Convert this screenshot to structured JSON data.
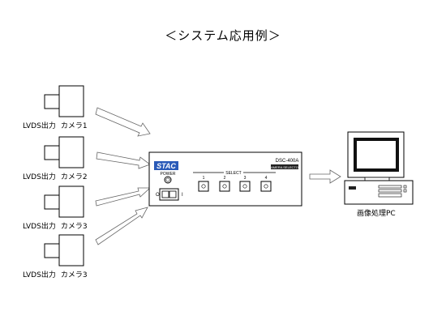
{
  "title": "＜システム応用例＞",
  "cameras": [
    {
      "output": "LVDS出力",
      "name": "カメラ1"
    },
    {
      "output": "LVDS出力",
      "name": "カメラ2"
    },
    {
      "output": "LVDS出力",
      "name": "カメラ3"
    },
    {
      "output": "LVDS出力",
      "name": "カメラ3"
    }
  ],
  "device": {
    "brand": "STAC",
    "model": "DSC-400A",
    "subtitle": "CAMERA SELECTOR",
    "power_label": "POWER",
    "select_label": "SELECT",
    "buttons": [
      "1",
      "2",
      "3",
      "4"
    ],
    "switch_off": "O",
    "switch_on": "I"
  },
  "pc": {
    "label": "画像処理PC"
  }
}
